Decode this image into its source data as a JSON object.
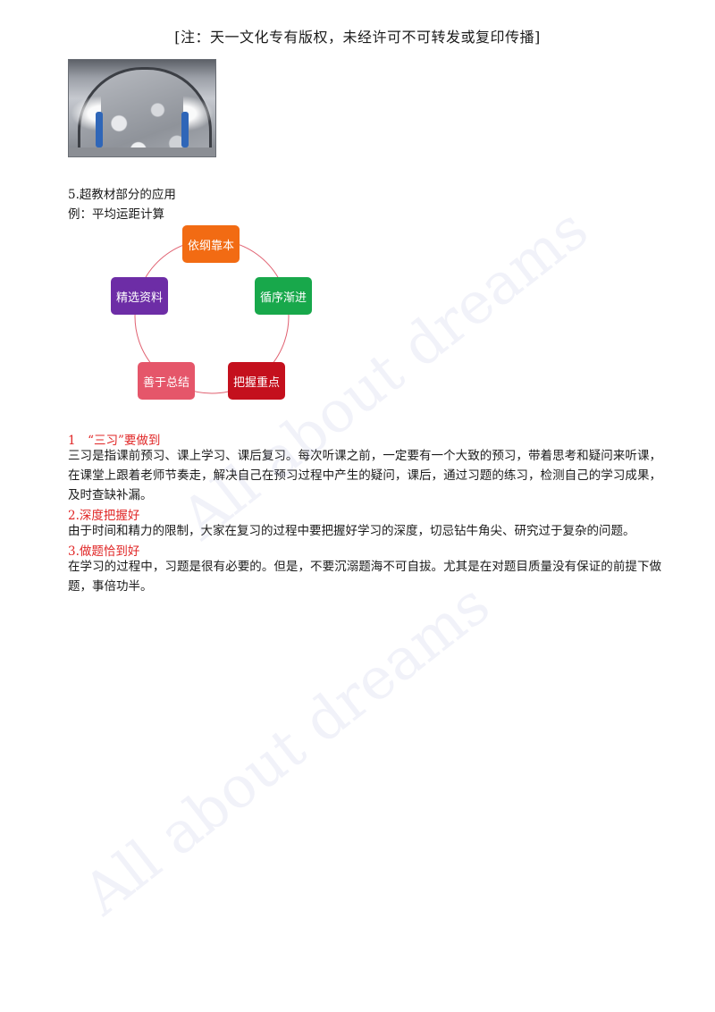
{
  "notice": "[注：天一文化专有版权，未经许可不可转发或复印传播]",
  "section_title": "5.超教材部分的应用",
  "example_label": "例：平均运距计算",
  "cycle": {
    "nodes": [
      {
        "label": "依纲靠本",
        "color": "#f26b13"
      },
      {
        "label": "循序渐进",
        "color": "#18a84b"
      },
      {
        "label": "把握重点",
        "color": "#c4101d"
      },
      {
        "label": "善于总结",
        "color": "#e5566a"
      },
      {
        "label": "精选资料",
        "color": "#6d2da6"
      }
    ],
    "ring_color": "#e06070"
  },
  "items": [
    {
      "heading": "1　“三习”要做到",
      "body": "三习是指课前预习、课上学习、课后复习。每次听课之前，一定要有一个大致的预习，带着思考和疑问来听课，在课堂上跟着老师节奏走，解决自己在预习过程中产生的疑问，课后，通过习题的练习，检测自己的学习成果，及时查缺补漏。"
    },
    {
      "heading": "2.深度把握好",
      "body": "由于时间和精力的限制，大家在复习的过程中要把握好学习的深度，切忌钻牛角尖、研究过于复杂的问题。"
    },
    {
      "heading": "3.做题恰到好",
      "body": "在学习的过程中，习题是很有必要的。但是，不要沉溺题海不可自拔。尤其是在对题目质量没有保证的前提下做题，事倍功半。"
    }
  ],
  "watermark": "All about dreams"
}
